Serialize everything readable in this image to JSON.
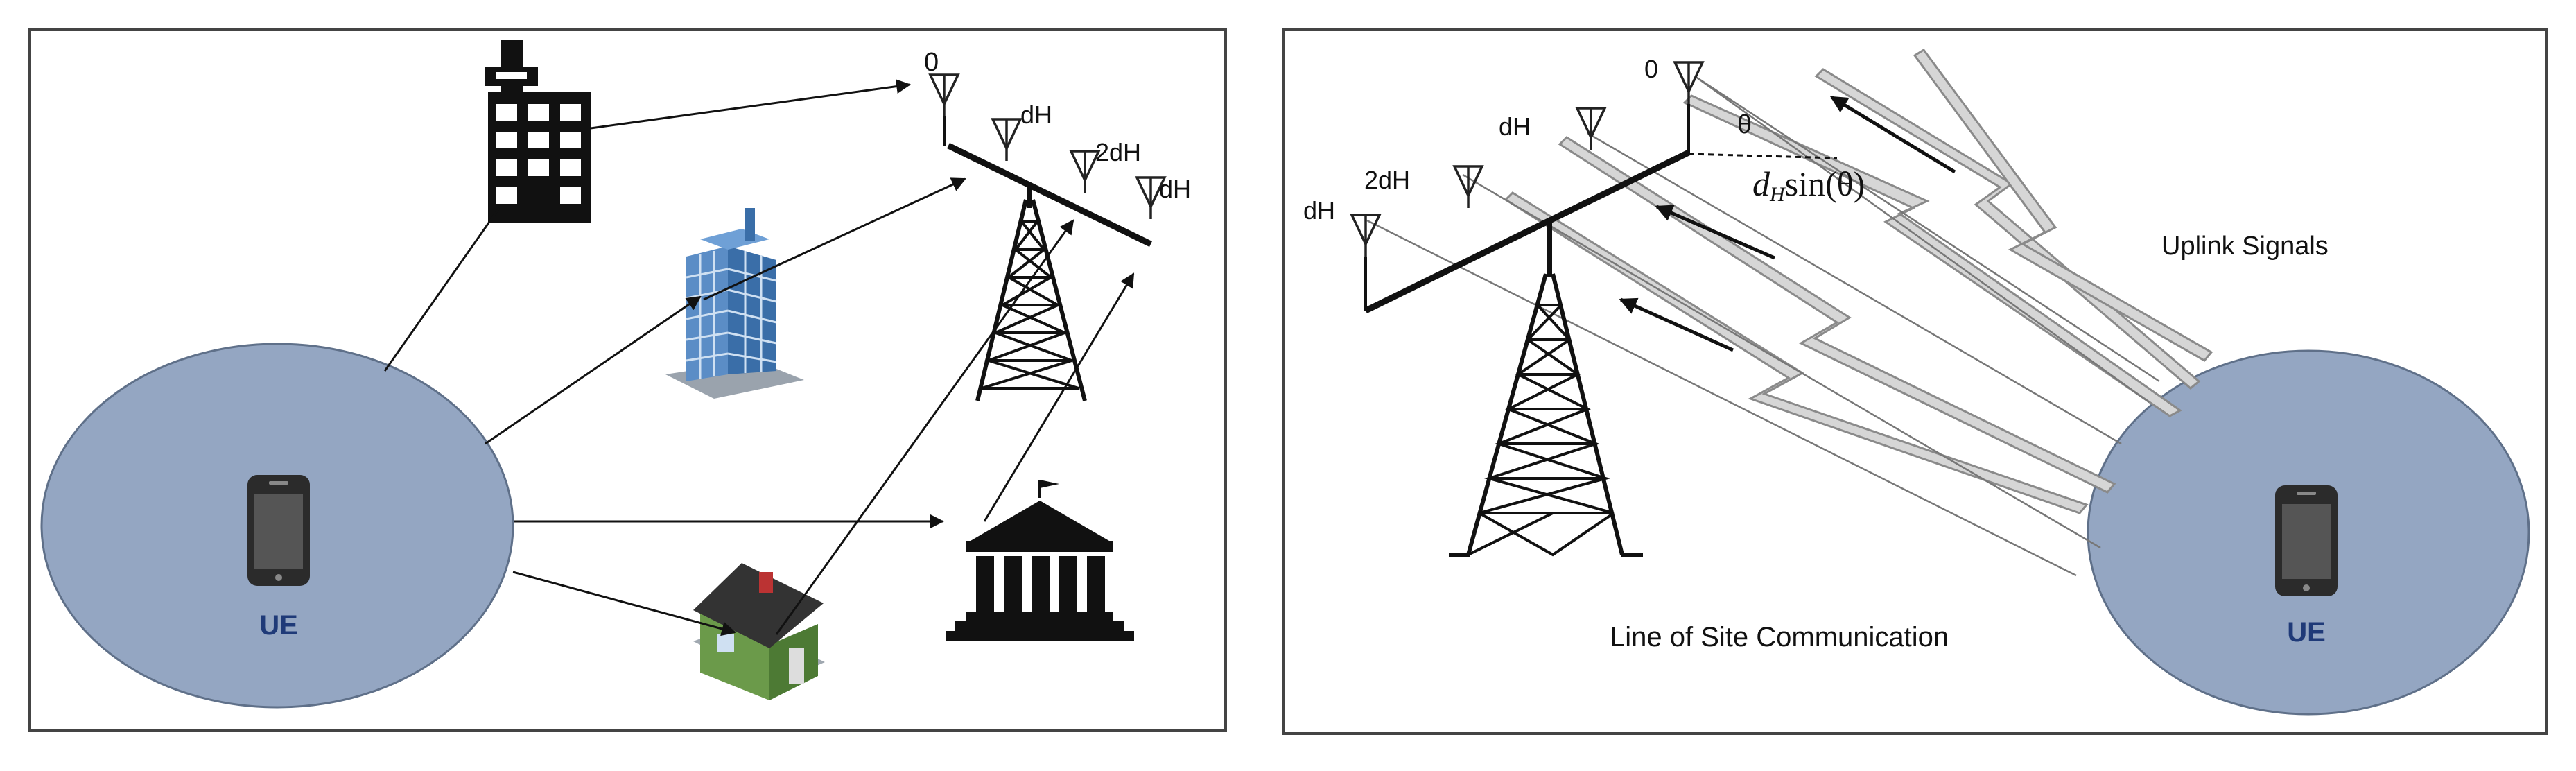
{
  "left_panel": {
    "antenna_labels": [
      "0",
      "dH",
      "2dH",
      "dH"
    ],
    "ue_label": "UE",
    "items": [
      "office-building",
      "glass-skyscraper",
      "house",
      "government-building"
    ]
  },
  "right_panel": {
    "antenna_labels": [
      "0",
      "dH",
      "2dH",
      "dH"
    ],
    "theta_label": "θ",
    "distance_label_base": "d",
    "distance_label_sub": "H",
    "distance_label_rest": "sin(θ)",
    "uplink_label": "Uplink Signals",
    "los_label": "Line of Site Communication",
    "ue_label": "UE"
  },
  "colors": {
    "ue_fill": "#94a6c2",
    "ue_text": "#1f3a78",
    "beam_fill": "#d6d6d6",
    "beam_stroke": "#8a8a8a",
    "frame": "#444444"
  }
}
